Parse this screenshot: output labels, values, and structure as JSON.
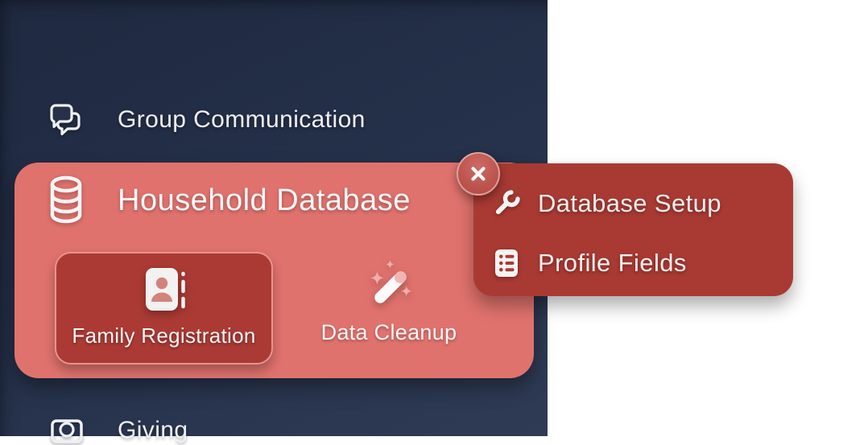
{
  "sidebar": {
    "items": [
      {
        "label": "Group Communication",
        "icon": "chat-bubbles-icon"
      },
      {
        "label": "Household Database",
        "icon": "database-icon",
        "expanded": true
      },
      {
        "label": "Giving",
        "icon": "banknote-icon"
      }
    ]
  },
  "household_panel": {
    "title": "Household Database",
    "tiles": [
      {
        "label": "Family Registration",
        "icon": "contact-card-icon"
      },
      {
        "label": "Data Cleanup",
        "icon": "magic-wand-icon"
      }
    ],
    "close_icon": "x-icon"
  },
  "flyout": {
    "items": [
      {
        "label": "Database Setup",
        "icon": "wrench-icon"
      },
      {
        "label": "Profile Fields",
        "icon": "list-rows-icon"
      }
    ]
  },
  "colors": {
    "sidebar_top": "#1f2940",
    "sidebar_bottom": "#2f3b55",
    "panel_salmon": "#e0726d",
    "deep_red": "#a93a33",
    "text_light": "#f4f1f2"
  }
}
